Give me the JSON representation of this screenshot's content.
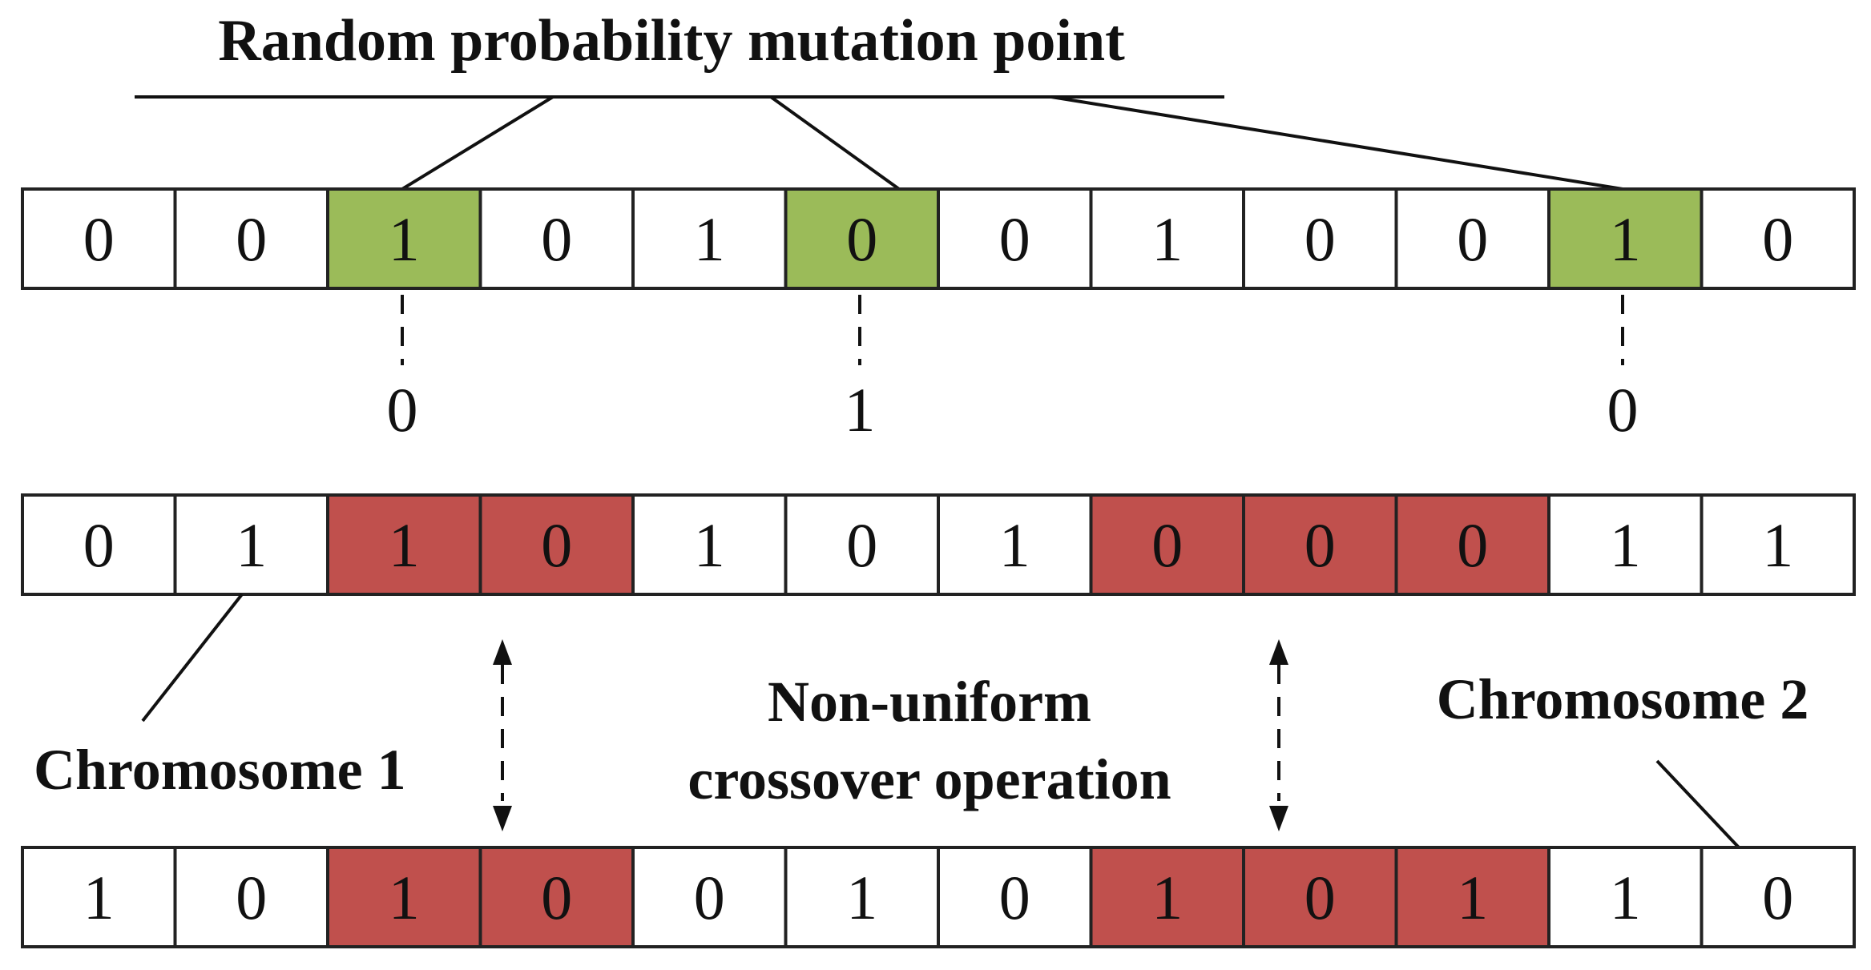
{
  "title": "Random probability mutation point",
  "colors": {
    "mutation_highlight": "#9bbb59",
    "crossover_highlight": "#c0504d",
    "cell_default": "#ffffff",
    "stroke": "#222222"
  },
  "rows": {
    "mutation": {
      "bits": [
        "0",
        "0",
        "1",
        "0",
        "1",
        "0",
        "0",
        "1",
        "0",
        "0",
        "1",
        "0"
      ],
      "highlight": [
        2,
        5,
        10
      ]
    },
    "chromosome1": {
      "bits": [
        "0",
        "1",
        "1",
        "0",
        "1",
        "0",
        "1",
        "0",
        "0",
        "0",
        "1",
        "1"
      ],
      "highlight": [
        2,
        3,
        7,
        8,
        9
      ]
    },
    "chromosome2": {
      "bits": [
        "1",
        "0",
        "1",
        "0",
        "0",
        "1",
        "0",
        "1",
        "0",
        "1",
        "1",
        "0"
      ],
      "highlight": [
        2,
        3,
        7,
        8,
        9
      ]
    }
  },
  "mutated_values": [
    "0",
    "1",
    "0"
  ],
  "labels": {
    "chromosome1": "Chromosome 1",
    "chromosome2": "Chromosome 2",
    "crossover_line1": "Non-uniform",
    "crossover_line2": "crossover operation"
  }
}
